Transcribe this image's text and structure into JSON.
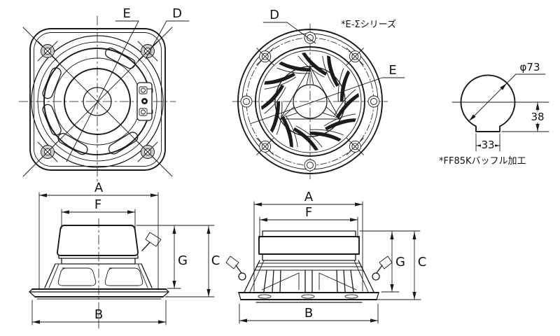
{
  "views": {
    "front_square": {
      "label_e": "E",
      "label_d": "D"
    },
    "front_round": {
      "label_d": "D",
      "label_e": "E",
      "series_note": "*E-Σシリーズ"
    },
    "baffle_cutout": {
      "diameter": "φ73",
      "depth": "38",
      "cutout_width": "33",
      "note": "*FF85Kバッフル加工"
    },
    "side_square": {
      "dim_a": "A",
      "dim_f": "F",
      "dim_g": "G",
      "dim_c": "C",
      "dim_b": "B"
    },
    "side_round": {
      "dim_a": "A",
      "dim_f": "F",
      "dim_g": "G",
      "dim_c": "C",
      "dim_b": "B"
    }
  }
}
